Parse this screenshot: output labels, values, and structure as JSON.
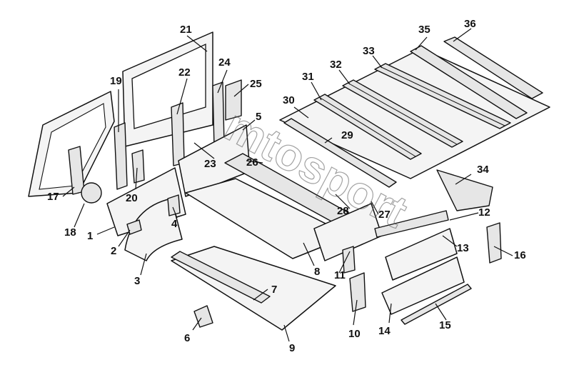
{
  "watermark": "mtosport",
  "callouts": [
    "1",
    "2",
    "3",
    "4",
    "5",
    "6",
    "7",
    "8",
    "9",
    "10",
    "11",
    "12",
    "13",
    "14",
    "15",
    "16",
    "17",
    "18",
    "19",
    "20",
    "21",
    "22",
    "23",
    "24",
    "25",
    "26",
    "27",
    "28",
    "29",
    "30",
    "31",
    "32",
    "33",
    "34",
    "35",
    "36"
  ]
}
